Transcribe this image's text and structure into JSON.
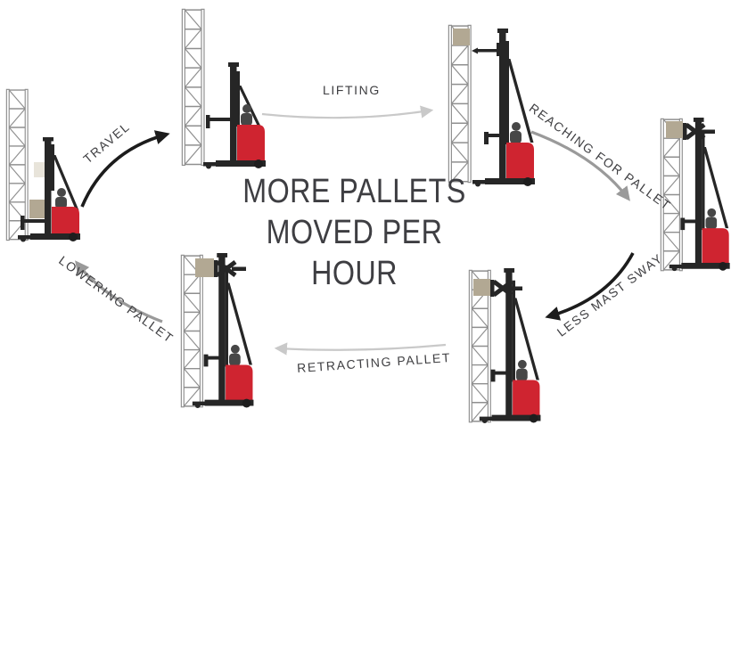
{
  "diagram": {
    "title_line1": "MORE PALLETS",
    "title_line2": "MOVED PER HOUR"
  },
  "stages": {
    "travel": {
      "label": "TRAVEL",
      "arrow_color": "#1c1c1c"
    },
    "lifting": {
      "label": "LIFTING",
      "arrow_color": "#c9c9c9"
    },
    "reaching": {
      "label": "REACHING FOR PALLET",
      "arrow_color": "#9a9a9a"
    },
    "sway": {
      "label": "LESS MAST SWAY",
      "arrow_color": "#1c1c1c"
    },
    "retracting": {
      "label": "RETRACTING PALLET",
      "arrow_color": "#c9c9c9"
    },
    "lowering": {
      "label": "LOWERING PALLET",
      "arrow_color": "#9a9a9a"
    }
  },
  "illustrations": {
    "travel": "reach-truck-carrying-pallet-low",
    "lifting": "reach-truck-mast-raised-empty",
    "reaching": "reach-truck-forks-at-rack-top",
    "sway": "reach-truck-gripping-pallet-high",
    "retracting": "reach-truck-gripping-pallet-high",
    "lowering": "reach-truck-holding-pallet-high"
  },
  "colors": {
    "truck_red": "#cf2430",
    "mast_black": "#262626",
    "rack_gray": "#8f8f8f",
    "box_beige": "#e8e4da",
    "box_taupe": "#b2a893",
    "text": "#3e3e42",
    "arrow_black": "#1c1c1c",
    "arrow_light_gray": "#c9c9c9",
    "arrow_mid_gray": "#9a9a9a"
  }
}
